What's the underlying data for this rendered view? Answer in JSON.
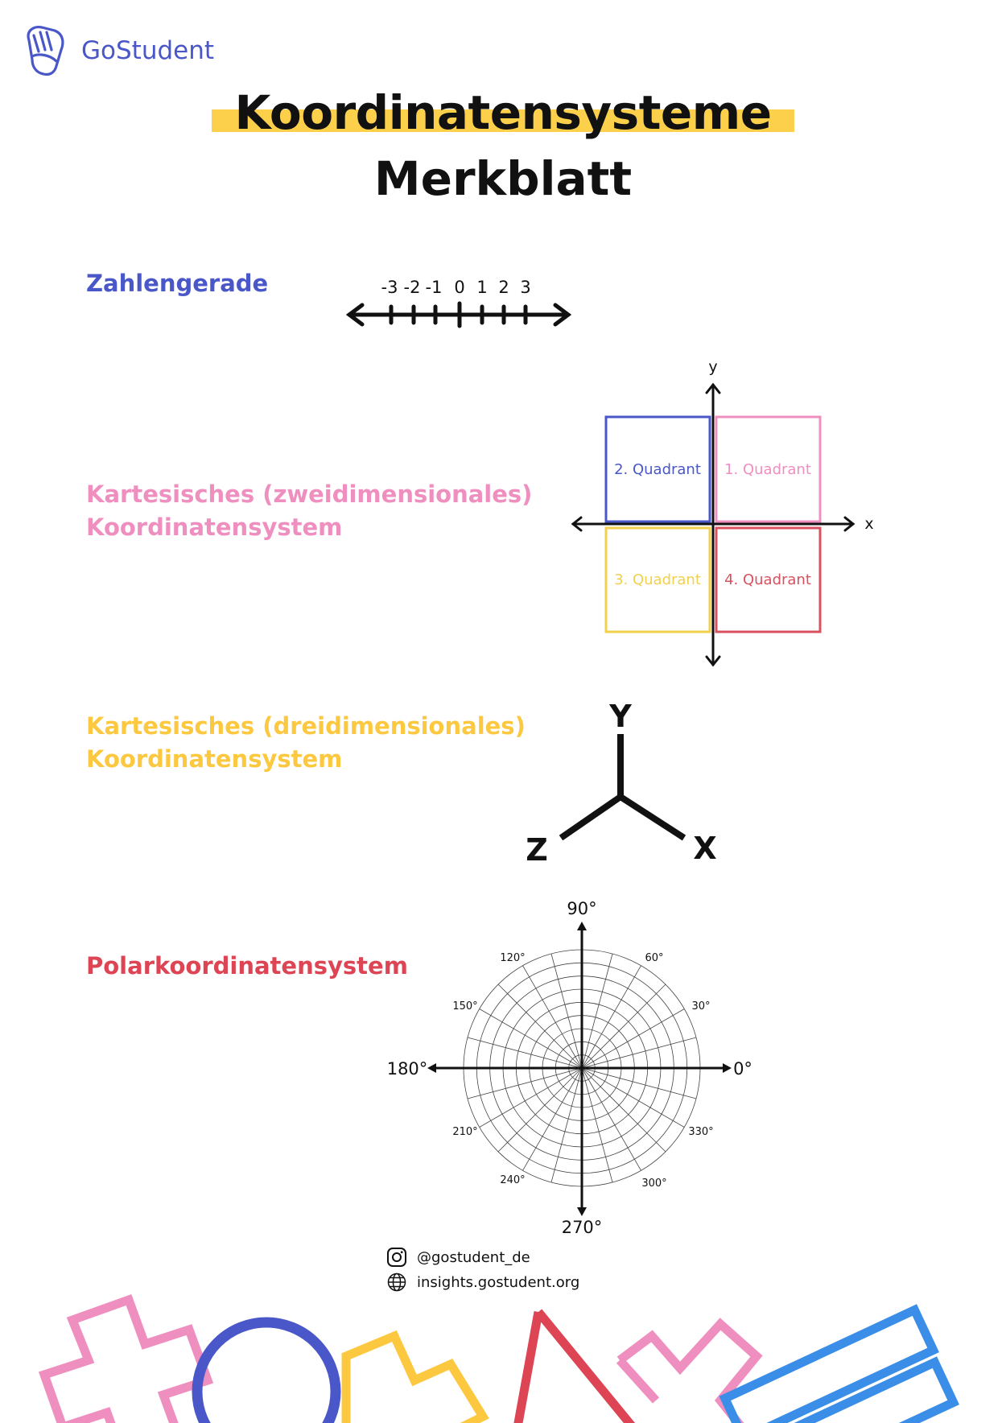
{
  "brand": {
    "name": "GoStudent",
    "icon": "gostudent-hand-logo-icon"
  },
  "title": {
    "line1": "Koordinatensysteme",
    "line2": "Merkblatt",
    "highlight_color": "#fcd04b"
  },
  "sections": {
    "zahlengerade": {
      "label": "Zahlengerade",
      "color": "#4a57c8",
      "ticks": [
        "-3",
        "-2",
        "-1",
        "0",
        "1",
        "2",
        "3"
      ]
    },
    "kartesisch_2d": {
      "label_line1": "Kartesisches (zweidimensionales)",
      "label_line2": "Koordinatensystem",
      "color": "#ef8fc0",
      "axis_x": "x",
      "axis_y": "y",
      "quadrants": [
        {
          "label": "2. Quadrant",
          "color": "#4a57c8"
        },
        {
          "label": "1. Quadrant",
          "color": "#ef8fc0"
        },
        {
          "label": "3. Quadrant",
          "color": "#f2d04c"
        },
        {
          "label": "4. Quadrant",
          "color": "#d9505e"
        }
      ]
    },
    "kartesisch_3d": {
      "label_line1": "Kartesisches (dreidimensionales)",
      "label_line2": "Koordinatensystem",
      "color": "#fcc83f",
      "axis_y": "Y",
      "axis_z": "Z",
      "axis_x": "X"
    },
    "polar": {
      "label": "Polarkoordinatensystem",
      "color": "#dd4454",
      "major_angles": {
        "a0": "0°",
        "a90": "90°",
        "a180": "180°",
        "a270": "270°"
      },
      "minor_angles": {
        "a30": "30°",
        "a60": "60°",
        "a120": "120°",
        "a150": "150°",
        "a210": "210°",
        "a240": "240°",
        "a300": "300°",
        "a330": "330°"
      }
    }
  },
  "footer": {
    "instagram": {
      "icon": "instagram-icon",
      "text": "@gostudent_de"
    },
    "website": {
      "icon": "globe-icon",
      "text": "insights.gostudent.org"
    }
  }
}
